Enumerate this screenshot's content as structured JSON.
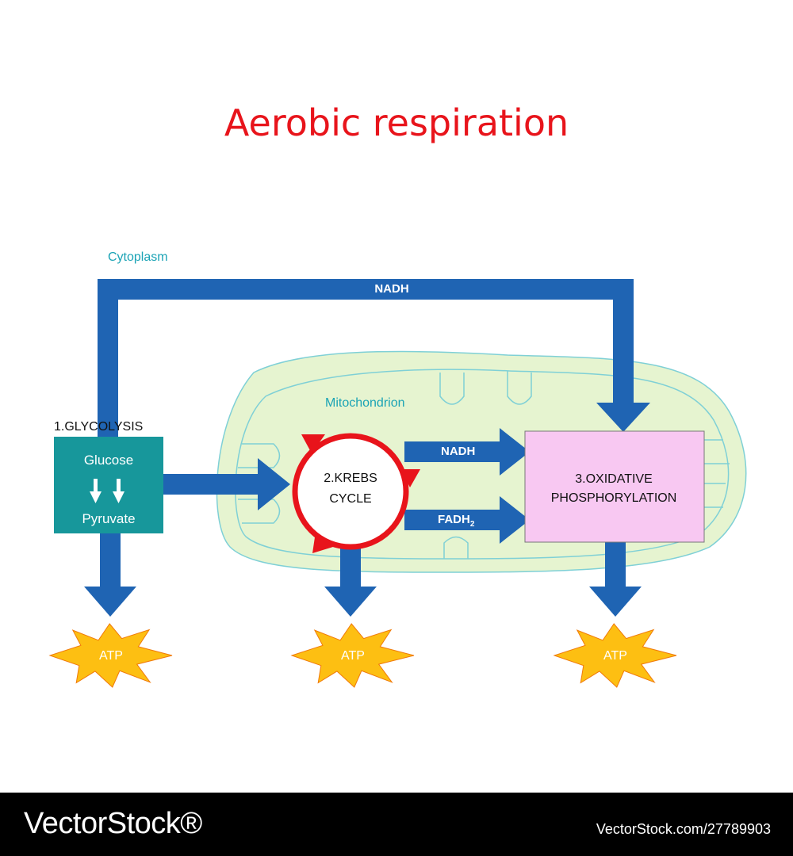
{
  "title": "Aerobic respiration",
  "regions": {
    "cytoplasm": "Cytoplasm",
    "mitochondrion": "Mitochondrion"
  },
  "flows": {
    "nadh_top": "NADH",
    "nadh": "NADH",
    "fadh2": "FADH",
    "fadh2_subscript": "2"
  },
  "stages": {
    "glycolysis": {
      "title": "1.GLYCOLYSIS",
      "input": "Glucose",
      "output": "Pyruvate"
    },
    "krebs": {
      "line1": "2.KREBS",
      "line2": "CYCLE"
    },
    "oxidative": {
      "line1": "3.OXIDATIVE",
      "line2": "PHOSPHORYLATION"
    }
  },
  "atp": [
    "ATP",
    "ATP",
    "ATP"
  ],
  "footer": {
    "brand": "VectorStock®",
    "id": "VectorStock.com/27789903"
  },
  "colors": {
    "title": "#e8141b",
    "arrow": "#1f64b3",
    "glycolysis_box": "#17979b",
    "oxidative_box": "#f8c8f2",
    "mitochondrion_fill": "#e6f4d0",
    "mitochondrion_outline": "#7fd0d6",
    "krebs_ring": "#e8141b",
    "atp_star": "#fdbf12",
    "region_label": "#1aa3b5"
  }
}
